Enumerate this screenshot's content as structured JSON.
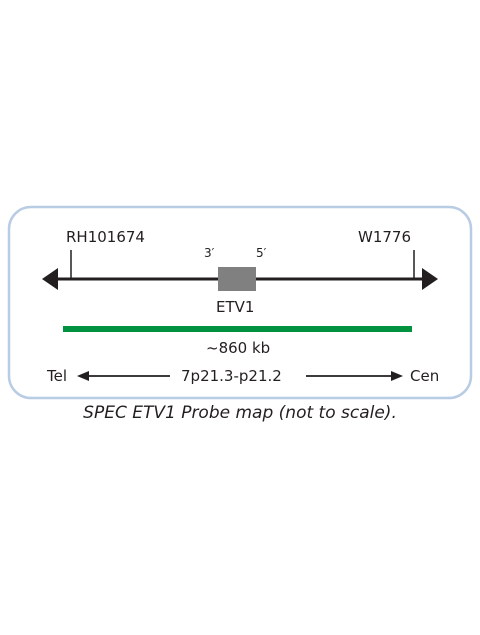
{
  "markers": {
    "left": "RH101674",
    "right": "W1776"
  },
  "gene": {
    "name": "ETV1",
    "end_3": "3′",
    "end_5": "5′"
  },
  "probe": {
    "size": "~860 kb"
  },
  "orientation": {
    "left": "Tel",
    "center": "7p21.3-p21.2",
    "right": "Cen"
  },
  "caption": "SPEC ETV1 Probe map (not to scale).",
  "colors": {
    "frame": "#b8cce4",
    "probe": "#00923f",
    "gene": "#808080",
    "line": "#231f20"
  }
}
